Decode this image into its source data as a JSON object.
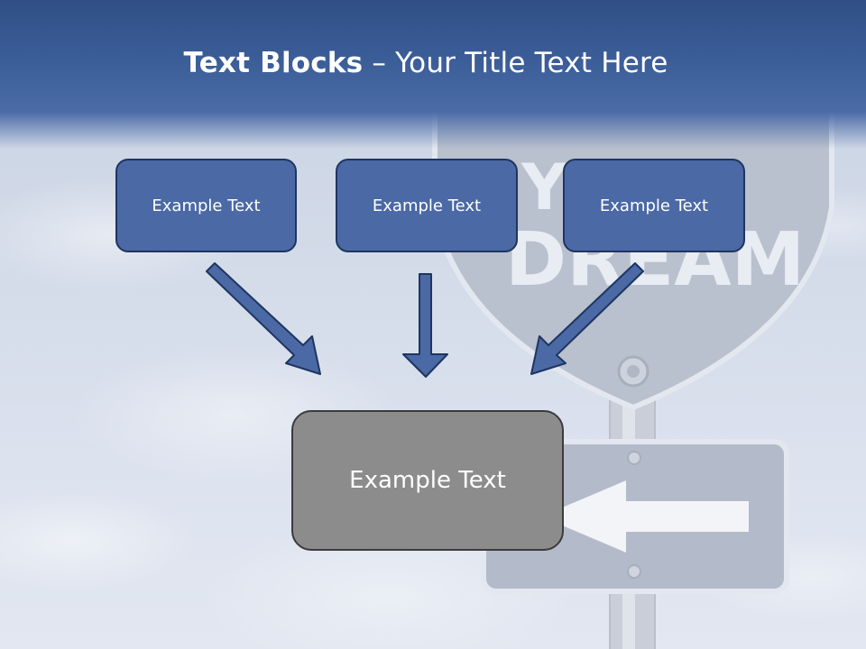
{
  "slide": {
    "title_bold": "Text Blocks",
    "title_rest": " – Your Title Text Here"
  },
  "boxes": [
    {
      "label": "Example Text"
    },
    {
      "label": "Example Text"
    },
    {
      "label": "Example Text"
    }
  ],
  "main_box": {
    "label": "Example Text"
  },
  "background_sign": {
    "text": "DREAM",
    "partial_text": "Y"
  },
  "colors": {
    "header": "#3d5f9a",
    "box_fill": "#4a69a5",
    "box_border": "#1f3560",
    "main_box_fill": "#8c8c8c",
    "arrow": "#4a69a5"
  },
  "icons": [
    "left-arrow-sign-icon",
    "down-arrow-icon"
  ]
}
